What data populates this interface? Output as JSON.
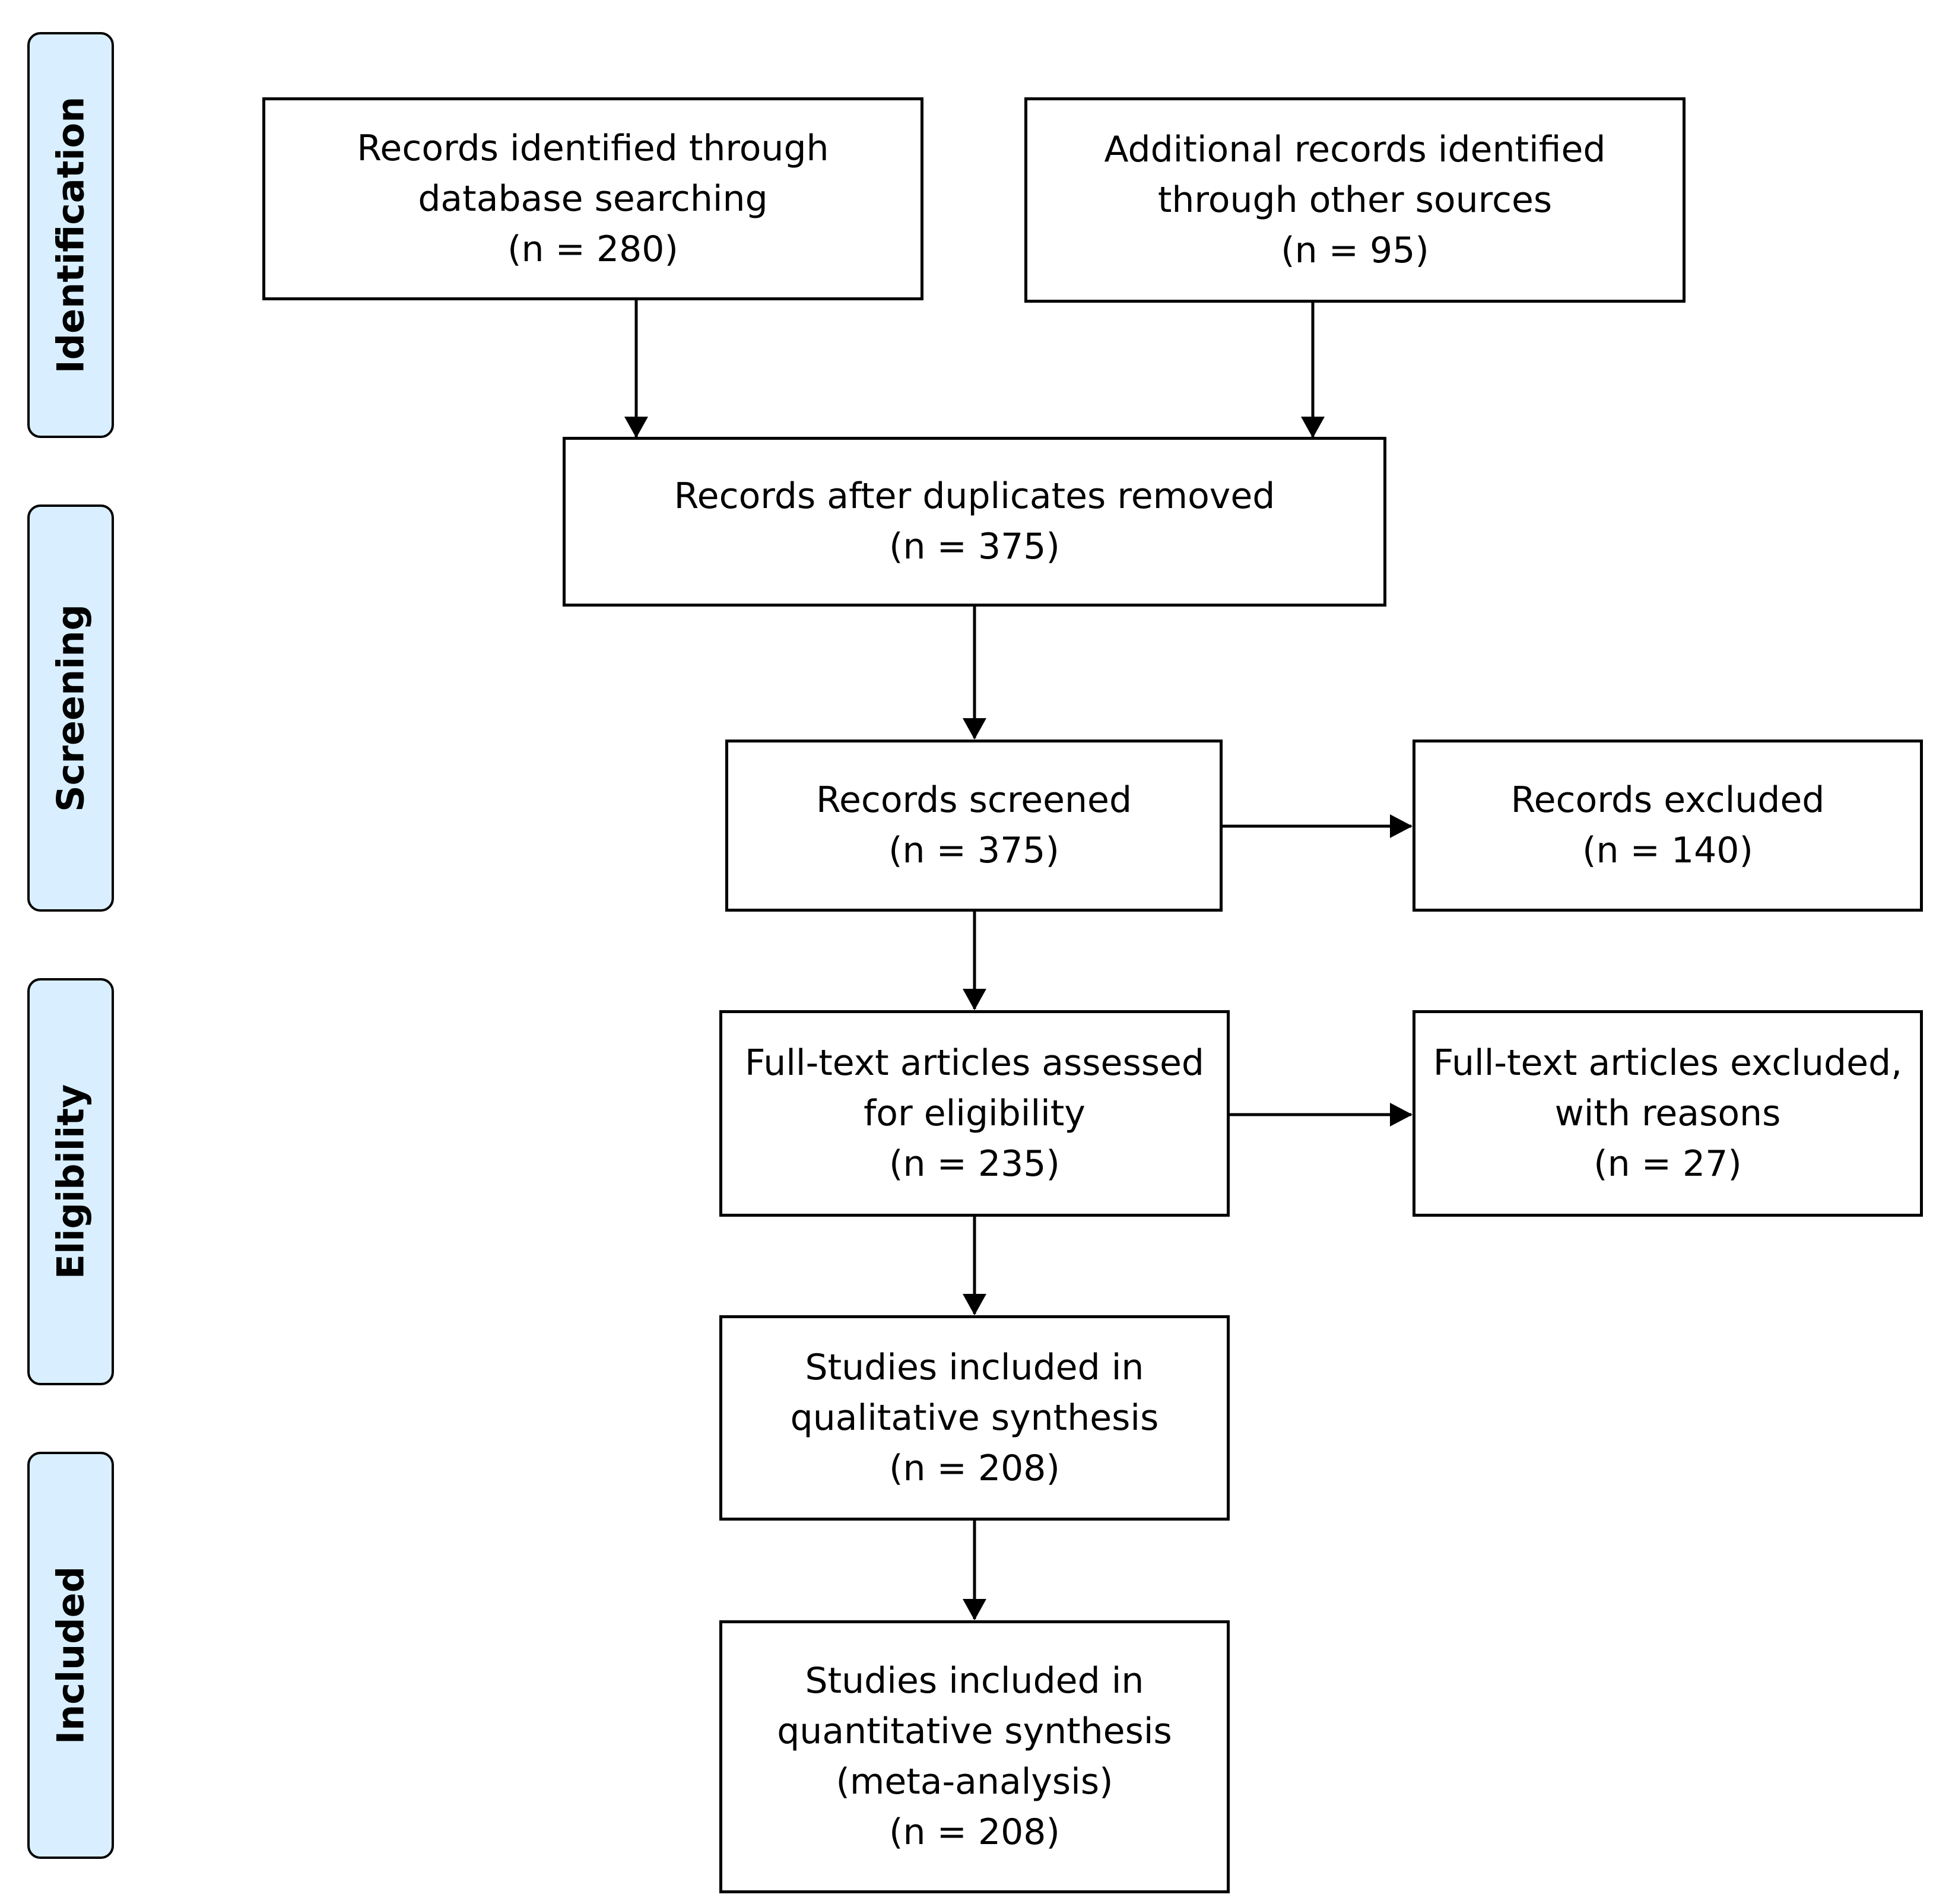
{
  "stages": {
    "identification": "Identification",
    "screening": "Screening",
    "eligibility": "Eligibility",
    "included": "Included"
  },
  "boxes": {
    "database": {
      "line1": "Records identified through",
      "line2": "database searching",
      "line3": "(n = 280)"
    },
    "other_sources": {
      "line1": "Additional records identified",
      "line2": "through other sources",
      "line3": "(n = 95)"
    },
    "after_duplicates": {
      "line1": "Records after duplicates removed",
      "line2": "(n = 375)"
    },
    "screened": {
      "line1": "Records screened",
      "line2": "(n = 375)"
    },
    "excluded": {
      "line1": "Records excluded",
      "line2": "(n = 140)"
    },
    "fulltext_assessed": {
      "line1": "Full-text articles assessed",
      "line2": "for eligibility",
      "line3": "(n = 235)"
    },
    "fulltext_excluded": {
      "line1": "Full-text articles excluded,",
      "line2": "with reasons",
      "line3": "(n = 27)"
    },
    "qualitative": {
      "line1": "Studies included in",
      "line2": "qualitative synthesis",
      "line3": "(n = 208)"
    },
    "quantitative": {
      "line1": "Studies included in",
      "line2": "quantitative synthesis",
      "line3": "(meta-analysis)",
      "line4": "(n = 208)"
    }
  }
}
